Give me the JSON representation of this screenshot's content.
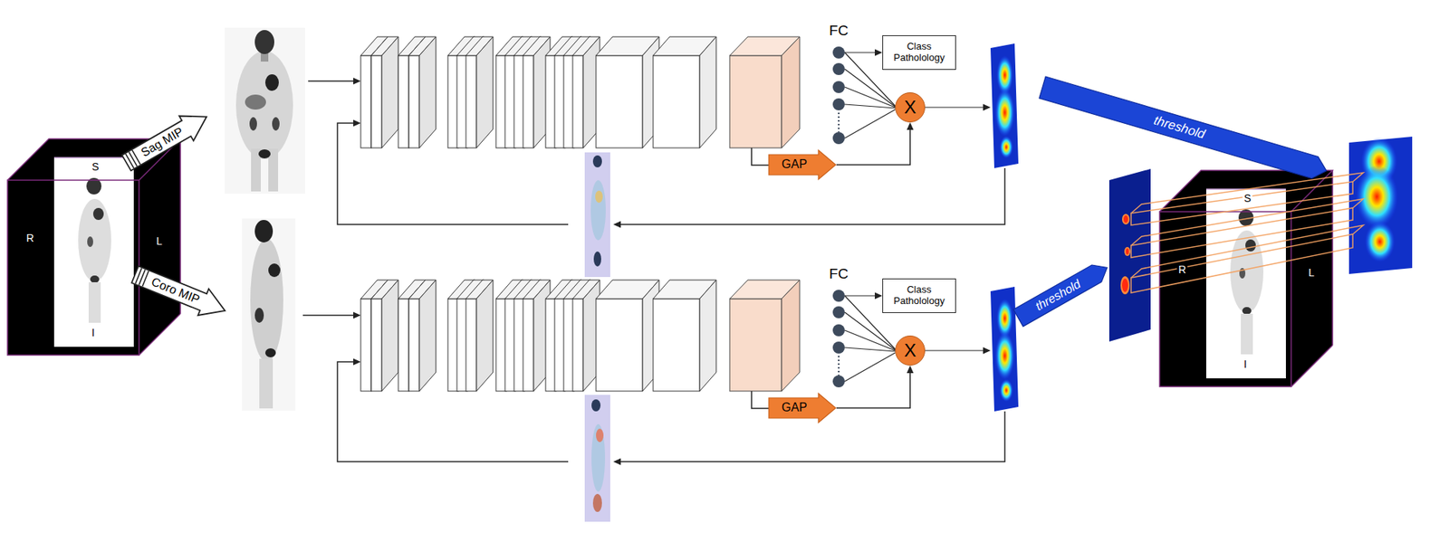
{
  "diagram": {
    "nodes": [
      {
        "text": [
          "Sag MIP"
        ]
      },
      {
        "text": [
          "Coro MIP"
        ]
      },
      {
        "text": [
          "Class Patholology"
        ]
      },
      {
        "text": [
          "X"
        ]
      },
      {
        "text": [
          "GAP"
        ]
      },
      {
        "text": [
          "threshold"
        ]
      },
      {
        "text": [
          "Class Patholology"
        ]
      },
      {
        "text": [
          "X"
        ]
      },
      {
        "text": [
          "GAP"
        ]
      },
      {
        "text": [
          "threshold"
        ]
      }
    ],
    "edges": [
      {
        "from": 4,
        "to": 3,
        "arrow": "to"
      },
      {
        "from": 8,
        "to": 7,
        "arrow": "to"
      }
    ],
    "labels": [
      "S",
      "R",
      "L",
      "I",
      "FC",
      "FC",
      "S",
      "R",
      "L",
      "I"
    ]
  }
}
